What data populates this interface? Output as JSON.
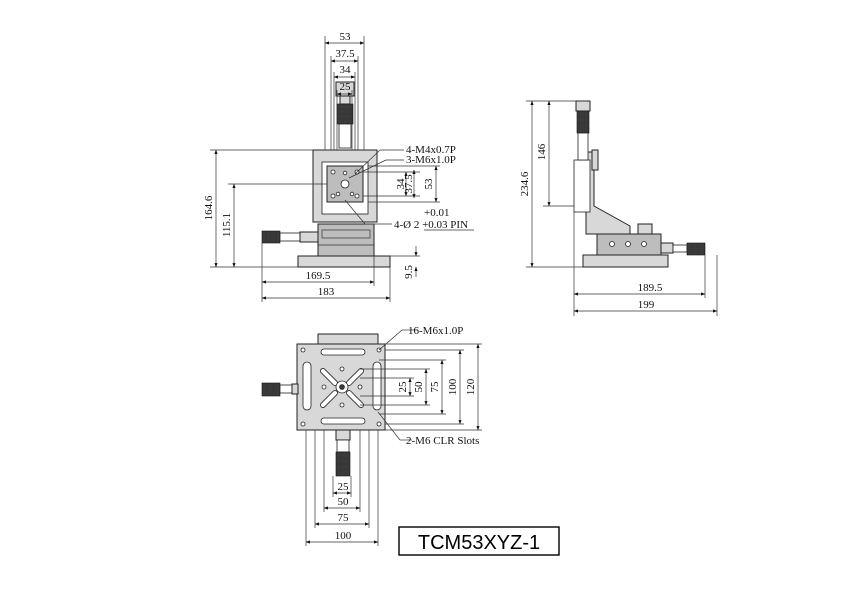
{
  "title": "TCM53XYZ-1",
  "front_view": {
    "top_dims": [
      "53",
      "37.5",
      "34",
      "25"
    ],
    "notes": [
      "4-M4x0.7P",
      "3-M6x1.0P",
      "+0.01",
      "4-Ø 2 +0.03 PIN"
    ],
    "side_dims": [
      "34",
      "37.5",
      "53"
    ],
    "height_dims": [
      "164.6",
      "115.1"
    ],
    "bottom_dims": [
      "169.5",
      "183",
      "9.5"
    ]
  },
  "side_view": {
    "height_dims": [
      "234.6",
      "146"
    ],
    "bottom_dims": [
      "189.5",
      "199"
    ]
  },
  "top_view": {
    "notes": [
      "16-M6x1.0P",
      "2-M6 CLR Slots"
    ],
    "right_dims": [
      "25",
      "50",
      "75",
      "100",
      "120"
    ],
    "bottom_dims": [
      "25",
      "50",
      "75",
      "100"
    ]
  }
}
